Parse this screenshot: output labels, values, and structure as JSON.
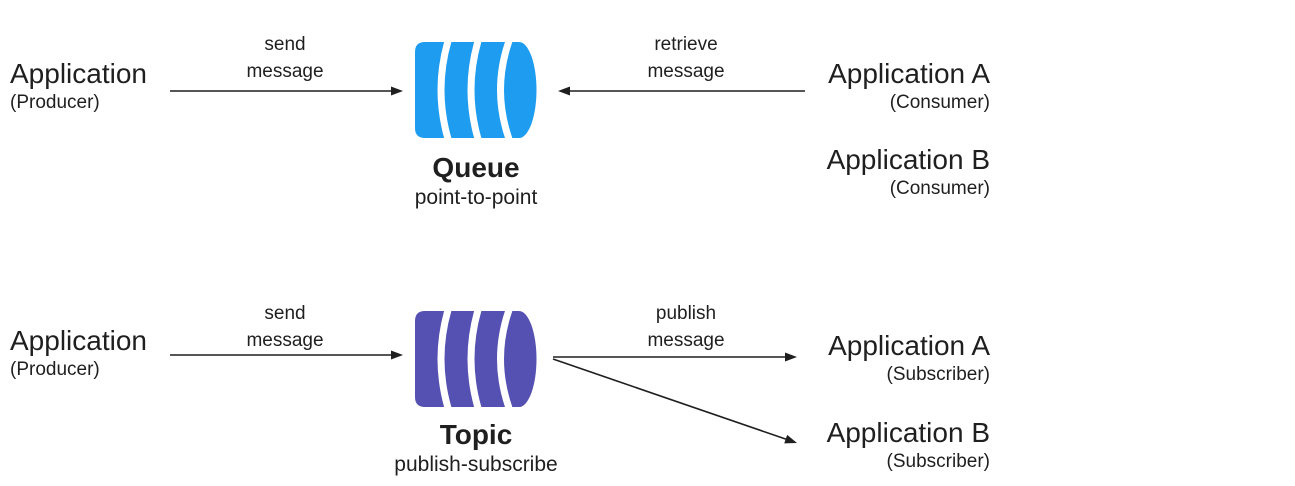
{
  "colors": {
    "queue_cylinder": "#1E9CEF",
    "topic_cylinder": "#5551B2",
    "text": "#1F1F1F",
    "arrow": "#1F1F1F"
  },
  "queue_section": {
    "producer": {
      "name": "Application",
      "role": "(Producer)"
    },
    "send_arrow_label": "send\nmessage",
    "retrieve_arrow_label": "retrieve\nmessage",
    "node": {
      "title": "Queue",
      "subtitle": "point-to-point",
      "icon": "queue-cylinder-icon"
    },
    "consumers": [
      {
        "name": "Application A",
        "role": "(Consumer)"
      },
      {
        "name": "Application B",
        "role": "(Consumer)"
      }
    ]
  },
  "topic_section": {
    "producer": {
      "name": "Application",
      "role": "(Producer)"
    },
    "send_arrow_label": "send\nmessage",
    "publish_arrow_label": "publish\nmessage",
    "node": {
      "title": "Topic",
      "subtitle": "publish-subscribe",
      "icon": "topic-cylinder-icon"
    },
    "subscribers": [
      {
        "name": "Application A",
        "role": "(Subscriber)"
      },
      {
        "name": "Application B",
        "role": "(Subscriber)"
      }
    ]
  }
}
